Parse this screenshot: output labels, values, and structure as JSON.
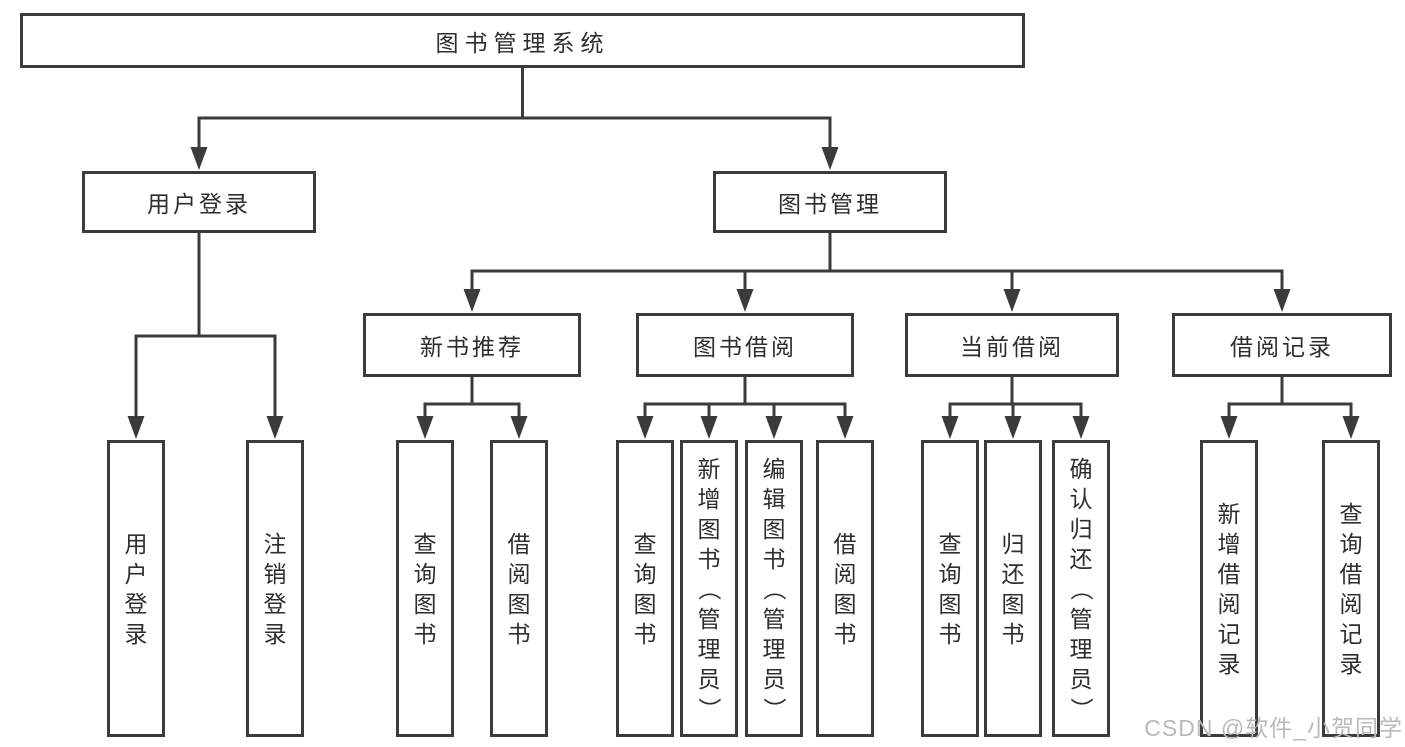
{
  "diagram": {
    "type": "hierarchy-tree",
    "title": "图书管理系统",
    "watermark": "CSDN @软件_小贺同学",
    "colors": {
      "line": "#3b3b3b",
      "text": "#2e2e2e",
      "watermark": "#b9b9b9",
      "background": "#ffffff"
    },
    "tree": {
      "id": "root",
      "label": "图书管理系统",
      "children": [
        {
          "id": "user-login",
          "label": "用户登录",
          "children": [
            {
              "id": "leaf-user-login",
              "label": "用户登录"
            },
            {
              "id": "leaf-logout",
              "label": "注销登录"
            }
          ]
        },
        {
          "id": "book-mgmt",
          "label": "图书管理",
          "children": [
            {
              "id": "new-book-rec",
              "label": "新书推荐",
              "children": [
                {
                  "id": "nb-query-books",
                  "label": "查询图书"
                },
                {
                  "id": "nb-borrow-books",
                  "label": "借阅图书"
                }
              ]
            },
            {
              "id": "book-borrow",
              "label": "图书借阅",
              "children": [
                {
                  "id": "bb-query-books",
                  "label": "查询图书"
                },
                {
                  "id": "bb-add-books-admin",
                  "label": "新增图书（管理员）"
                },
                {
                  "id": "bb-edit-books-admin",
                  "label": "编辑图书（管理员）"
                },
                {
                  "id": "bb-borrow-books",
                  "label": "借阅图书"
                }
              ]
            },
            {
              "id": "current-borrow",
              "label": "当前借阅",
              "children": [
                {
                  "id": "cb-query-books",
                  "label": "查询图书"
                },
                {
                  "id": "cb-return-books",
                  "label": "归还图书"
                },
                {
                  "id": "cb-confirm-return-admin",
                  "label": "确认归还（管理员）"
                }
              ]
            },
            {
              "id": "borrow-records",
              "label": "借阅记录",
              "children": [
                {
                  "id": "br-add-record",
                  "label": "新增借阅记录"
                },
                {
                  "id": "br-query-record",
                  "label": "查询借阅记录"
                }
              ]
            }
          ]
        }
      ]
    }
  }
}
